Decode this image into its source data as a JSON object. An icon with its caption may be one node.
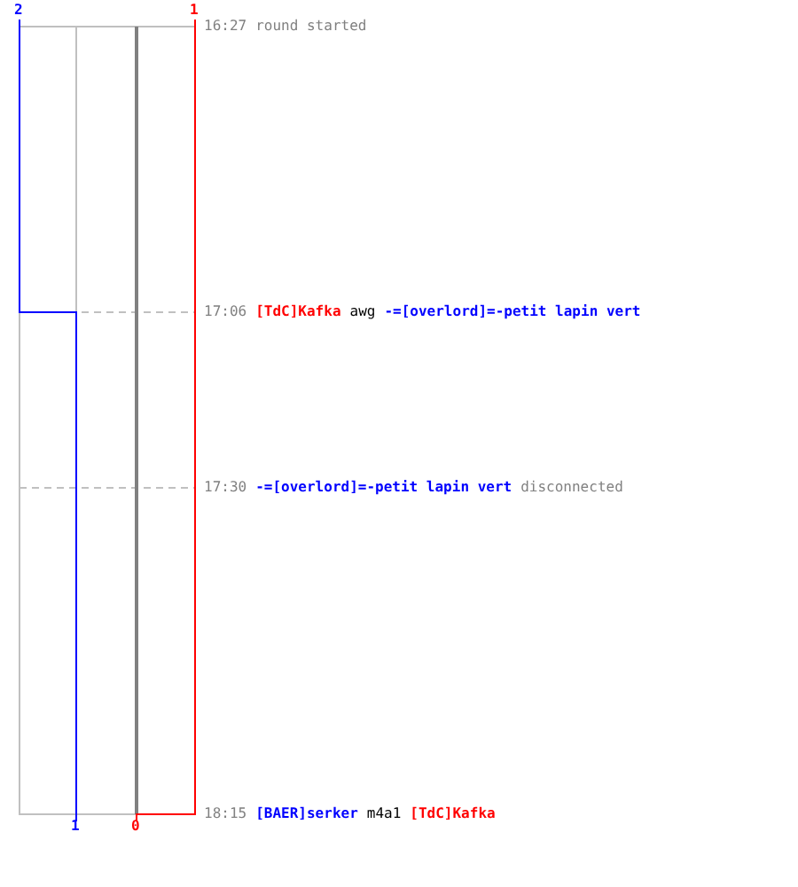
{
  "diagram": {
    "labels": [
      "2",
      "1",
      "16:27",
      "round started",
      "17:06",
      "[TdC]Kafka",
      "awg",
      "-=[overlord]=-petit lapin vert",
      "17:30",
      "-=[overlord]=-petit lapin vert",
      "disconnected",
      "18:15",
      "[BAER]serker",
      "m4a1",
      "[TdC]Kafka",
      "1",
      "0"
    ]
  }
}
